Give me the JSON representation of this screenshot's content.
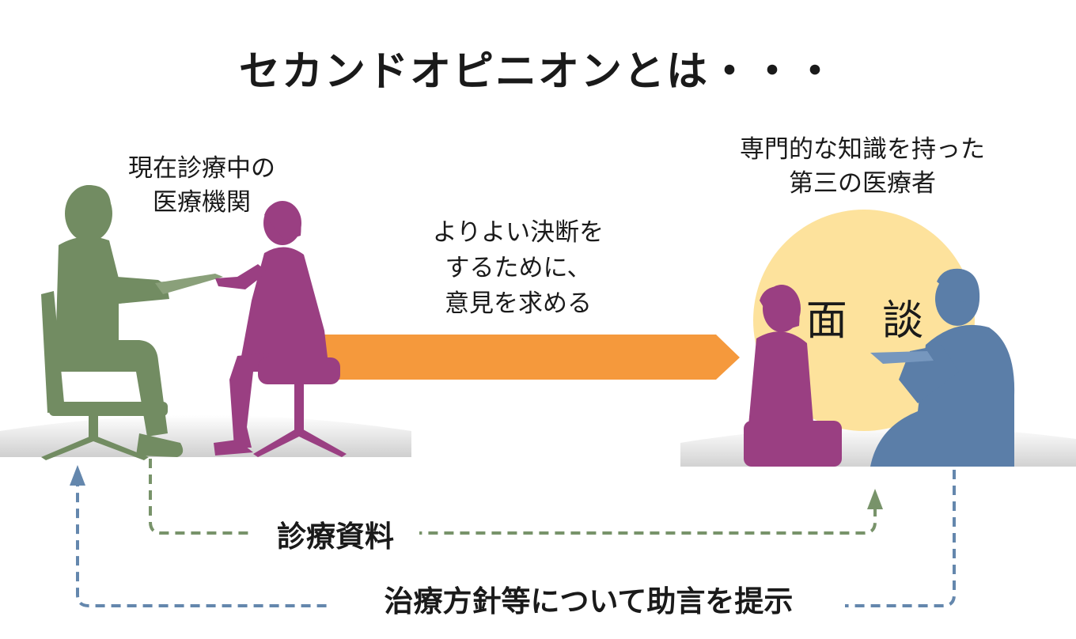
{
  "title": "セカンドオピニオンとは・・・",
  "current_institution": {
    "line1": "現在診療中の",
    "line2": "医療機関"
  },
  "third_party": {
    "line1": "専門的な知識を持った",
    "line2": "第三の医療者"
  },
  "purpose": {
    "line1": "よりよい決断を",
    "line2": "するために、",
    "line3": "意見を求める"
  },
  "interview": "面 談",
  "medical_records": "診療資料",
  "advice": "治療方針等について助言を提示",
  "colors": {
    "green_figure": "#728c62",
    "purple_figure": "#9a3f82",
    "blue_figure": "#5b7ea8",
    "orange_arrow": "#f5993c",
    "yellow_circle": "#fde29c",
    "green_dashed": "#78936a",
    "blue_dashed": "#6487ad"
  }
}
